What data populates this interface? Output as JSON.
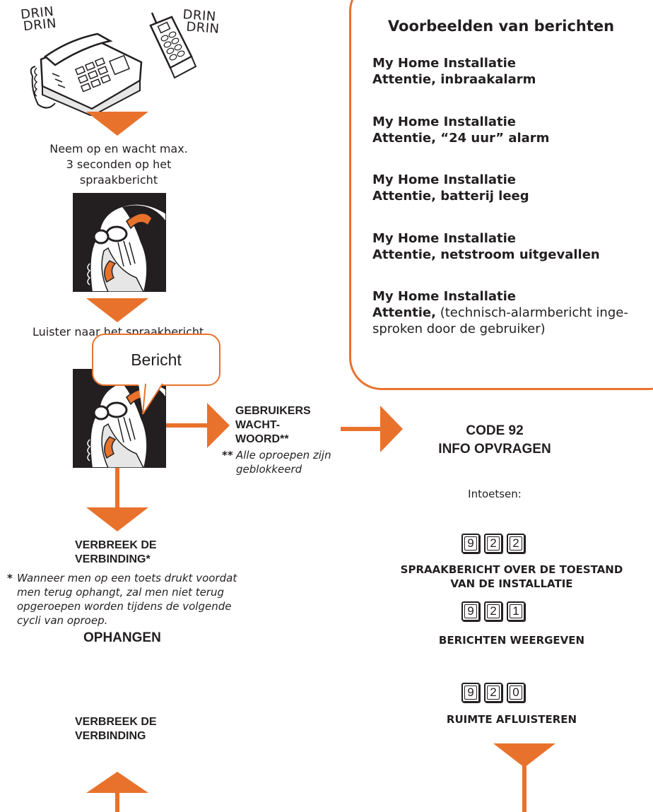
{
  "drin_left": [
    "DRIN",
    "DRIN"
  ],
  "drin_right": [
    "DRIN",
    "DRIN"
  ],
  "answer_text": [
    "Neem op en wacht max.",
    "3 seconden op het",
    "spraakbericht"
  ],
  "listen_text": "Luister naar het spraakbericht",
  "bubble_text": "Bericht",
  "password": {
    "lines": [
      "GEBRUIKERS",
      "WACHT-",
      "WOORD**"
    ],
    "note_star": "**",
    "note": [
      "Alle oproepen zijn",
      "geblokkeerd"
    ]
  },
  "disconnect1": [
    "VERBREEK DE",
    "VERBINDING*"
  ],
  "footnote": {
    "star": "*",
    "lines": [
      "Wanneer men op een toets drukt voordat",
      "men terug ophangt, zal men niet terug",
      "opgeroepen worden tijdens de volgende",
      "cycli van oproep."
    ]
  },
  "hangup": "OPHANGEN",
  "disconnect2": [
    "VERBREEK DE",
    "VERBINDING"
  ],
  "messages_box": {
    "title": "Voorbeelden van berichten",
    "items": [
      {
        "line1": "My Home Installatie",
        "line2": "Attentie, inbraakalarm"
      },
      {
        "line1": "My Home Installatie",
        "line2": "Attentie, “24 uur” alarm"
      },
      {
        "line1": "My Home Installatie",
        "line2": "Attentie, batterij leeg"
      },
      {
        "line1": "My Home Installatie",
        "line2": "Attentie, netstroom uitgevallen"
      }
    ],
    "last": {
      "line1": "My Home Installatie",
      "line2_bold": "Attentie,",
      "line2_rest": " (technisch-alarmbericht inge-",
      "line3": "sproken door de gebruiker)"
    }
  },
  "code": [
    "CODE 92",
    "INFO OPVRAGEN"
  ],
  "intoetsen": "Intoetsen:",
  "options": [
    {
      "keys": [
        "9",
        "2",
        "2"
      ],
      "label": [
        "SPRAAKBERICHT OVER DE TOESTAND",
        "VAN DE INSTALLATIE"
      ]
    },
    {
      "keys": [
        "9",
        "2",
        "1"
      ],
      "label": [
        "BERICHTEN WEERGEVEN"
      ]
    },
    {
      "keys": [
        "9",
        "2",
        "0"
      ],
      "label": [
        "RUIMTE AFLUISTEREN"
      ]
    }
  ],
  "colors": {
    "accent": "#e8722c",
    "text": "#231f20"
  }
}
